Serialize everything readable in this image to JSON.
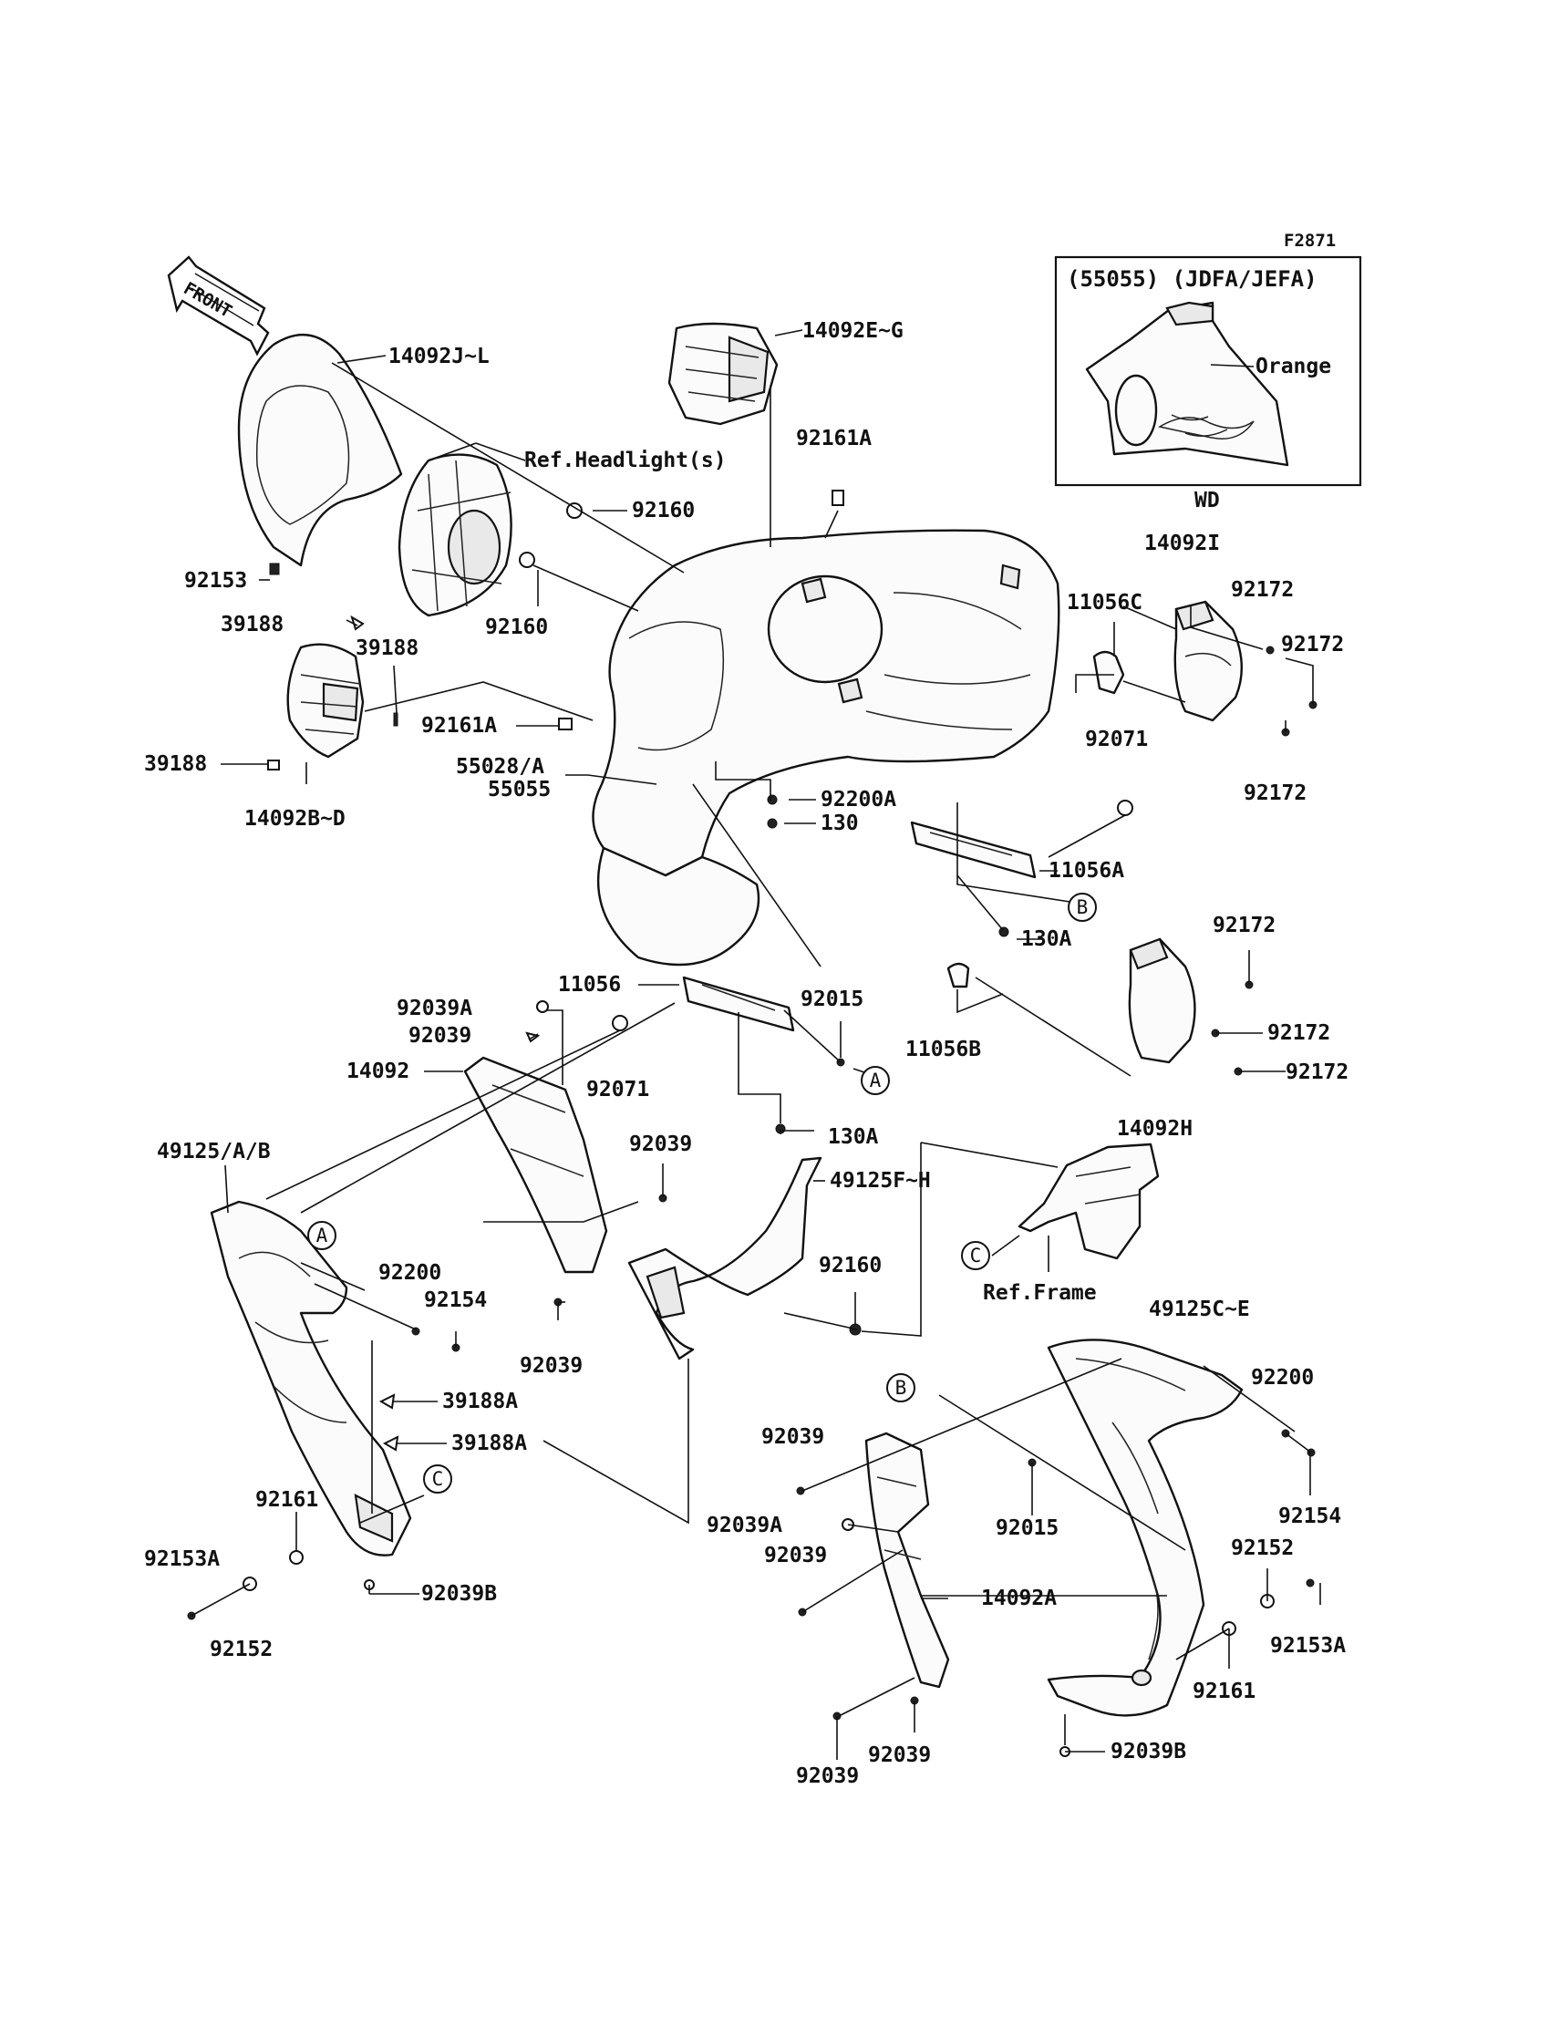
{
  "figure_id": "F2871",
  "inset": {
    "title": "(55055) (JDFA/JEFA)",
    "color_label": "Orange",
    "variant_label": "WD"
  },
  "front_arrow": {
    "label": "FRONT"
  },
  "callouts": [
    "A",
    "B",
    "C"
  ],
  "labels": {
    "p14092JL": "14092J~L",
    "refHeadlight": "Ref.Headlight(s)",
    "p14092EG": "14092E~G",
    "p92161A_top": "92161A",
    "p92160_a": "92160",
    "p92160_b": "92160",
    "p92153": "92153",
    "p39188_a": "39188",
    "p39188_b": "39188",
    "p39188_c": "39188",
    "p92161A_mid": "92161A",
    "p55028A": "55028/A",
    "p55055": "55055",
    "p14092BD": "14092B~D",
    "p14092I": "14092I",
    "p92172_a": "92172",
    "p92172_b": "92172",
    "p92172_c": "92172",
    "p11056C": "11056C",
    "p92071_a": "92071",
    "p92200A": "92200A",
    "p130": "130",
    "p11056A": "11056A",
    "p130A_a": "130A",
    "p92172_d": "92172",
    "p92172_e": "92172",
    "p92172_f": "92172",
    "p11056": "11056",
    "p92015_a": "92015",
    "p11056B": "11056B",
    "p14092H": "14092H",
    "p92039A_a": "92039A",
    "p92039_a": "92039",
    "p14092": "14092",
    "p92071_b": "92071",
    "p130A_b": "130A",
    "p49125AB": "49125/A/B",
    "p92039_b": "92039",
    "p49125FH": "49125F~H",
    "refFrame": "Ref.Frame",
    "p92200_a": "92200",
    "p92154_a": "92154",
    "p92160_c": "92160",
    "p92039_c": "92039",
    "p39188A_a": "39188A",
    "p39188A_b": "39188A",
    "p49125CE": "49125C~E",
    "p92200_b": "92200",
    "p92039_d": "92039",
    "p92015_b": "92015",
    "p92154_b": "92154",
    "p92161_a": "92161",
    "p92153A_a": "92153A",
    "p92039B_a": "92039B",
    "p92152_a": "92152",
    "p92039A_b": "92039A",
    "p92039_e": "92039",
    "p14092A": "14092A",
    "p92152_b": "92152",
    "p92153A_b": "92153A",
    "p92161_b": "92161",
    "p92039_f": "92039",
    "p92039_g": "92039",
    "p92039B_b": "92039B"
  }
}
